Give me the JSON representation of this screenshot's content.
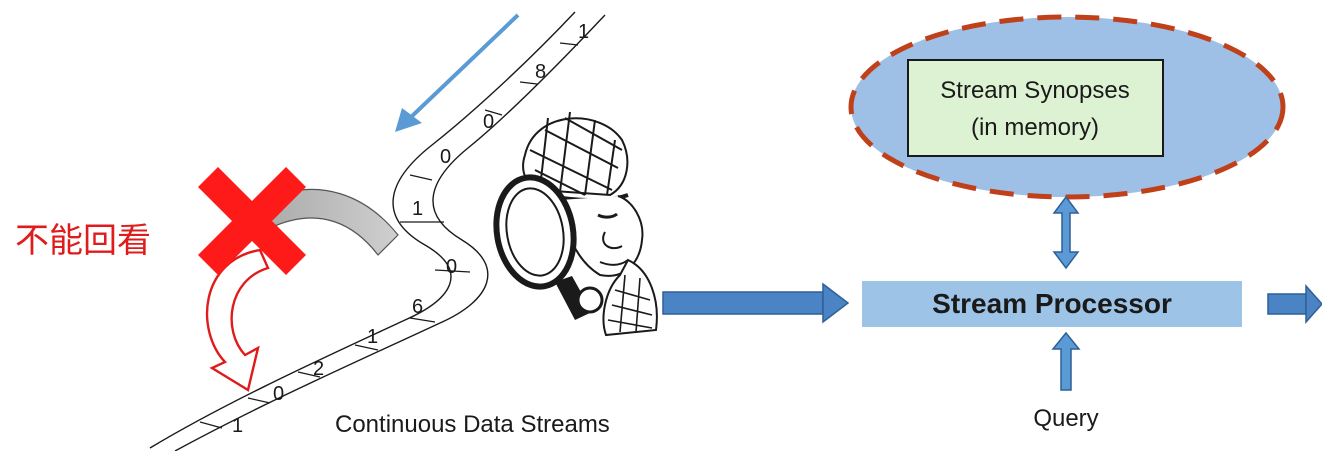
{
  "stream": {
    "digits": [
      "1",
      "8",
      "0",
      "0",
      "1",
      "0",
      "6",
      "1",
      "2",
      "0",
      "1"
    ],
    "caption": "Continuous Data Streams"
  },
  "no_lookback_label": "不能回看",
  "synopses": {
    "line1": "Stream Synopses",
    "line2": "(in memory)"
  },
  "processor_label": "Stream Processor",
  "query_label": "Query",
  "colors": {
    "flow_arrow": "#4a84c4",
    "stream_arrow": "#5b9bd5",
    "ellipse_fill": "#9ec0e6",
    "ellipse_border": "#c0401a",
    "synopses_box": "#ddf2d3",
    "processor_box": "#9dc3e6",
    "cross": "#ff1a1a",
    "label_red": "#e01b1b"
  },
  "icons": [
    "detective-with-magnifier-icon",
    "cross-icon",
    "no-lookback-arrow-icon"
  ]
}
